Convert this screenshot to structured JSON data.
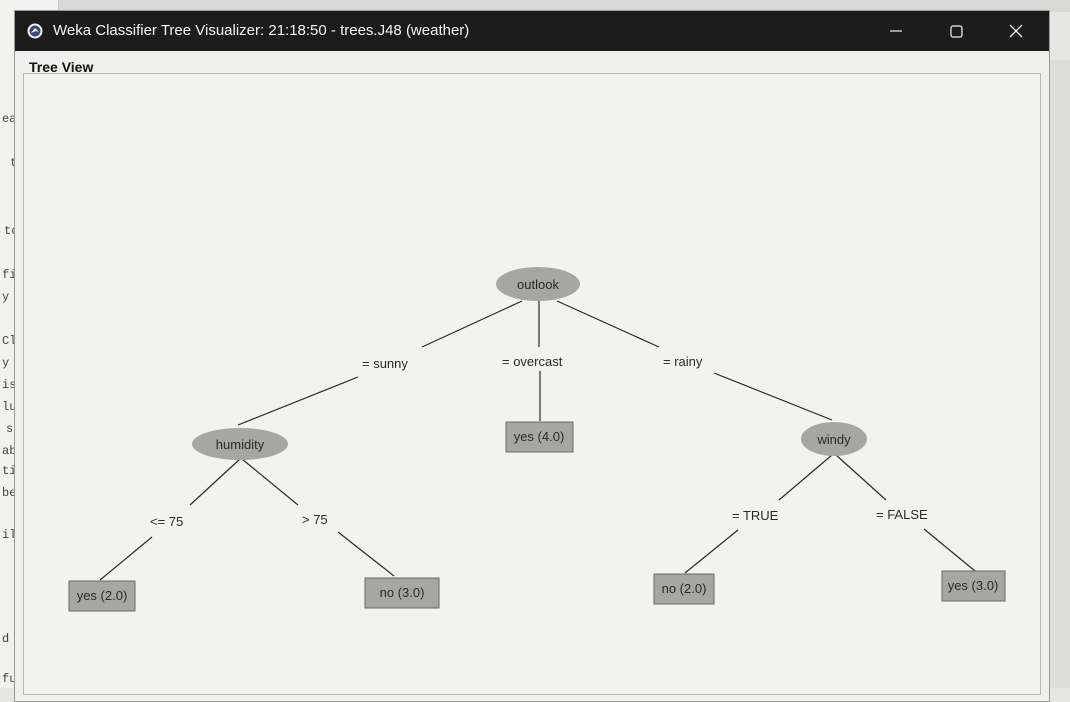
{
  "background_console": {
    "lines": [
      "ea",
      "t",
      "to",
      "fie",
      "y =",
      "Cla",
      "y C",
      "ist",
      "lute",
      "squ",
      "abso",
      "tive",
      "ber",
      "iled",
      "d Avg.",
      "fusion"
    ]
  },
  "window": {
    "title": "Weka Classifier Tree Visualizer: 21:18:50 - trees.J48 (weather)",
    "app_icon": "weka-bird-icon",
    "controls": {
      "minimize": "minimize-icon",
      "maximize": "maximize-icon",
      "close": "close-icon"
    },
    "panel_label": "Tree View"
  },
  "tree": {
    "nodes": {
      "outlook": "outlook",
      "humidity": "humidity",
      "windy": "windy",
      "leaf_sunny_low": "yes (2.0)",
      "leaf_sunny_high": "no (3.0)",
      "leaf_overcast": "yes (4.0)",
      "leaf_rainy_true": "no (2.0)",
      "leaf_rainy_false": "yes (3.0)"
    },
    "edges": {
      "sunny": "= sunny",
      "overcast": "= overcast",
      "rainy": "= rainy",
      "humidity_low": "<= 75",
      "humidity_high": "> 75",
      "windy_true": "= TRUE",
      "windy_false": "= FALSE"
    }
  },
  "colors": {
    "titlebar": "#1c1c1c",
    "node_fill": "#a6a6a4",
    "panel_bg": "#f2f2f0",
    "edge": "#2a2a2a"
  }
}
